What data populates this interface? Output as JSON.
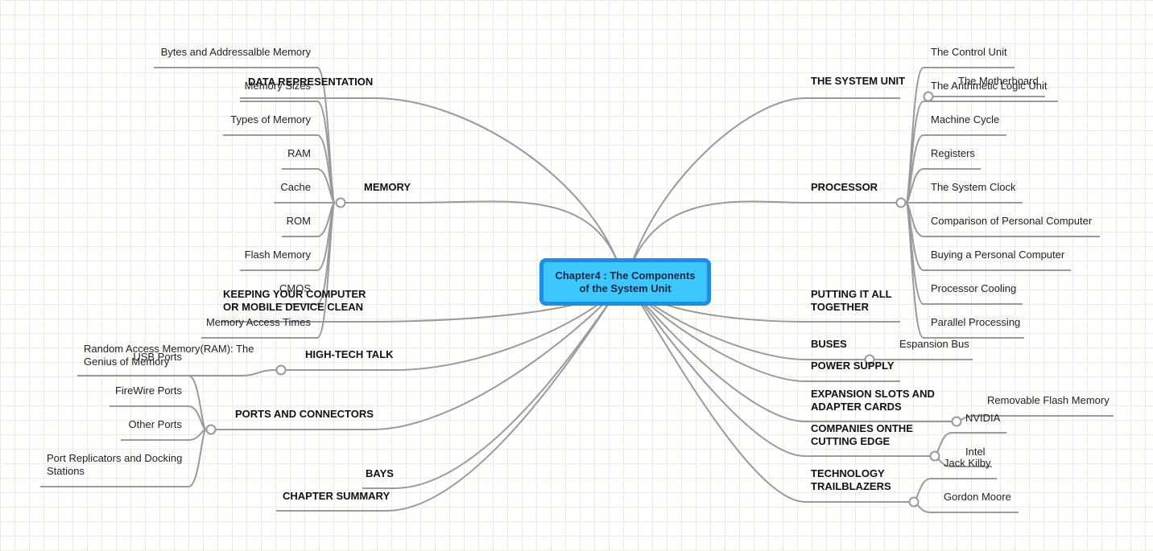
{
  "central": "Chapter4 : The Components of the System Unit",
  "left": {
    "data_representation": {
      "label": "DATA REPRESENTATION",
      "children": [
        "Bytes and Addressalble Memory",
        "Memory Sizes"
      ]
    },
    "memory": {
      "label": "MEMORY",
      "children": [
        "Types of Memory",
        "RAM",
        "Cache",
        "ROM",
        "Flash Memory",
        "CMOS",
        "Memory Access Times"
      ]
    },
    "keeping_clean": {
      "label": "KEEPING YOUR COMPUTER OR MOBILE DEVICE CLEAN"
    },
    "high_tech_talk": {
      "label": "HIGH-TECH TALK",
      "children": [
        "Random Access Memory(RAM): The Genius of Memory"
      ]
    },
    "ports": {
      "label": "PORTS AND CONNECTORS",
      "children": [
        "USB Ports",
        "FireWire Ports",
        "Other Ports",
        "Port Replicators and Docking Stations"
      ]
    },
    "bays": {
      "label": "BAYS"
    },
    "chapter_summary": {
      "label": "CHAPTER SUMMARY"
    }
  },
  "right": {
    "system_unit": {
      "label": "THE SYSTEM UNIT",
      "children": [
        "The Motherboard"
      ]
    },
    "processor": {
      "label": "PROCESSOR",
      "children": [
        "The Control Unit",
        "The Arithmetic Logic Unit",
        "Machine Cycle",
        "Registers",
        "The System Clock",
        "Comparison of Personal Computer",
        "Buying a Personal Computer",
        "Processor Cooling",
        "Parallel Processing"
      ]
    },
    "putting_together": {
      "label": "PUTTING IT ALL TOGETHER"
    },
    "buses": {
      "label": "BUSES",
      "children": [
        "Espansion Bus"
      ]
    },
    "power_supply": {
      "label": "POWER SUPPLY"
    },
    "expansion_slots": {
      "label": "EXPANSION SLOTS AND ADAPTER CARDS",
      "children": [
        "Removable Flash Memory"
      ]
    },
    "companies": {
      "label": "COMPANIES ONTHE CUTTING EDGE",
      "children": [
        "NVIDIA",
        "Intel"
      ]
    },
    "trailblazers": {
      "label": "TECHNOLOGY TRAILBLAZERS",
      "children": [
        "Jack Kilby",
        "Gordon Moore"
      ]
    }
  },
  "colors": {
    "central_fill": "#3cc8ff",
    "central_border": "#1d8de8",
    "link": "#9a9a9a",
    "grid": "#e9ecdf"
  }
}
